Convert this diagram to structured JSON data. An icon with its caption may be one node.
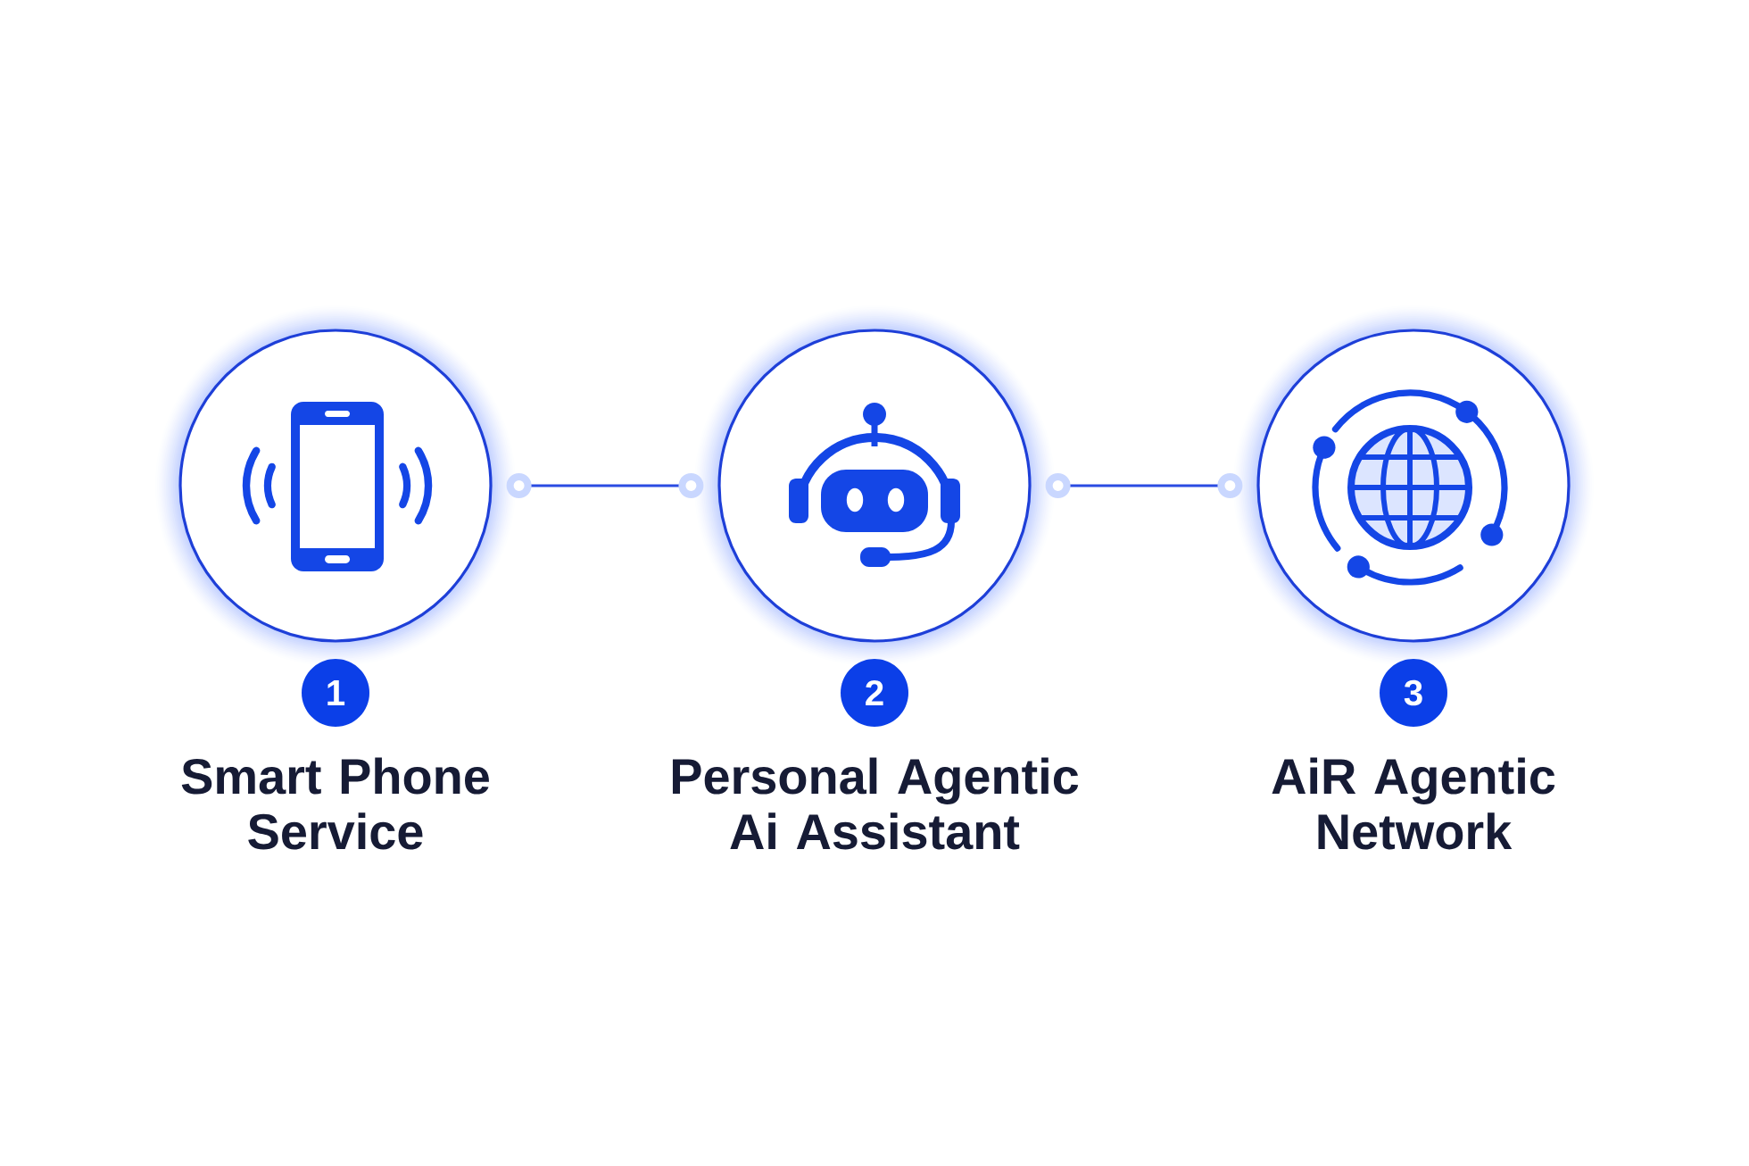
{
  "diagram": {
    "nodes": [
      {
        "text": [
          "Smart Phone Service"
        ]
      },
      {
        "text": [
          "Personal Agentic Ai Assistant"
        ]
      },
      {
        "text": [
          "AiR Agentic Network"
        ]
      },
      {
        "text": [
          "1"
        ]
      },
      {
        "text": [
          "2"
        ]
      },
      {
        "text": [
          "3"
        ]
      }
    ],
    "edges": [
      {
        "from": 0,
        "to": 1,
        "arrow": "other"
      },
      {
        "from": 1,
        "to": 2,
        "arrow": "other"
      }
    ]
  }
}
